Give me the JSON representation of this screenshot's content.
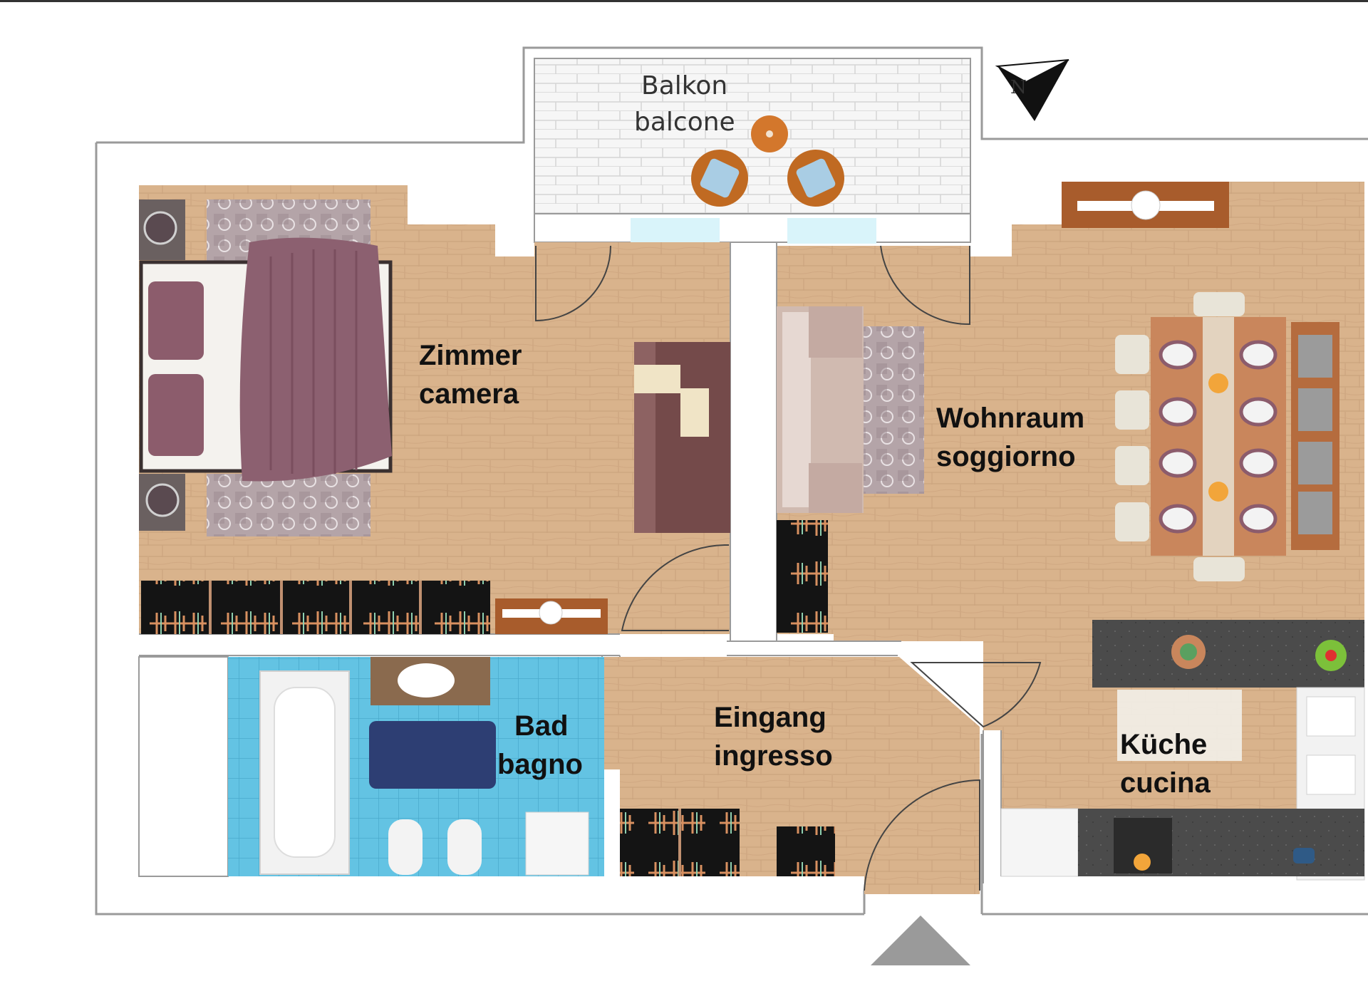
{
  "rooms": {
    "balcony": {
      "line1": "Balkon",
      "line2": "balcone"
    },
    "bedroom": {
      "line1": "Zimmer",
      "line2": "camera"
    },
    "living": {
      "line1": "Wohnraum",
      "line2": "soggiorno"
    },
    "bath": {
      "line1": "Bad",
      "line2": "bagno"
    },
    "entrance": {
      "line1": "Eingang",
      "line2": "ingresso"
    },
    "kitchen": {
      "line1": "Küche",
      "line2": "cucina"
    }
  },
  "compass": {
    "label": "N"
  },
  "colors": {
    "wall": "#9a9a9a",
    "floor": "#d8b28a",
    "tile": "#5bc0e0",
    "balcony_floor": "#f4f4f4",
    "bed_cover": "#8c6070",
    "counter": "#555555"
  }
}
